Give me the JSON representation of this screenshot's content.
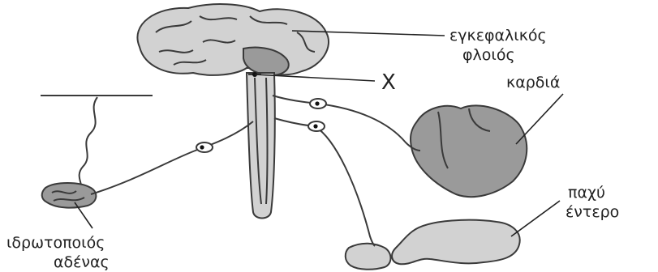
{
  "labels": {
    "cortex_line1": "εγκεφαλικός",
    "cortex_line2": "φλοιός",
    "x": "X",
    "heart": "καρδιά",
    "gut_line1": "παχύ",
    "gut_line2": "έντερο",
    "gland_line1": "ιδρωτοποιός",
    "gland_line2": "αδένας"
  },
  "colors": {
    "organ_fill": "#9a9a9a",
    "line": "#3a3a3a",
    "text": "#222222"
  }
}
